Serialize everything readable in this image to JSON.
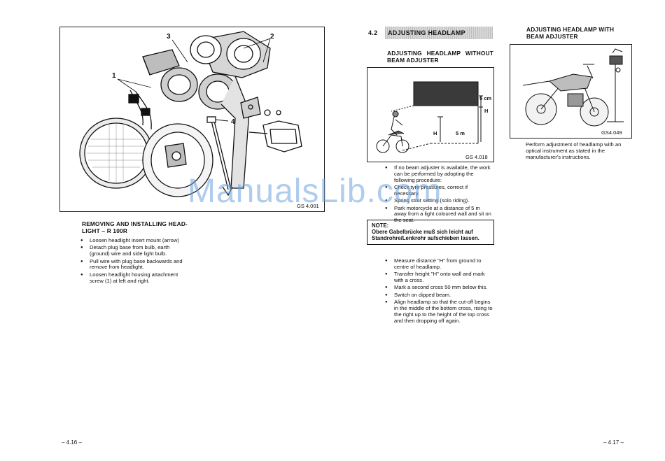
{
  "left_page": {
    "figure": {
      "callouts": [
        "1",
        "2",
        "3",
        "4"
      ],
      "code": "GS 4.001"
    },
    "title": "REMOVING AND INSTALLING HEAD-LIGHT – R 100R",
    "bullets": [
      "Loosen headlight insert mount (arrow)",
      "Detach plug base from bulb, earth (ground) wire and side light bulb.",
      "Pull wire with plug base backwards and remove from headlight.",
      "Loosen headlight housing attachment screw (1) at left and right."
    ],
    "page_number": "– 4.16 –"
  },
  "right_page": {
    "section_number": "4.2",
    "section_title": "ADJUSTING HEADLAMP",
    "col1_title": "ADJUSTING HEADLAMP WITHOUT BEAM ADJUSTER",
    "figure1": {
      "label_5cm": "5 cm",
      "label_H_right": "H",
      "label_H": "H",
      "label_5m": "5 m",
      "code": "GS 4.018"
    },
    "bullets_a": [
      "If no beam adjuster is available, the work can be performed by adopting the following procedure:",
      "Check tyre pressures, correct if necessary.",
      "Spring strut setting (solo riding).",
      "Park motorcycle at a distance of 5 m away from a light coloured wall and sit on the seat."
    ],
    "note": {
      "title": "NOTE:",
      "text": "Obere Gabelbrücke muß sich leicht auf Standrohre/Lenkrohr aufschieben lassen."
    },
    "bullets_b": [
      "Measure distance \"H\" from ground to centre of headlamp.",
      "Transfer height \"H\" onto wall and mark with a cross.",
      "Mark a second cross 50 mm below this.",
      "Switch on dipped beam.",
      "Align headlamp so that the cut-off begins in the middle of the bottom cross, rising to the right up to the height of the top cross and then dropping off again."
    ],
    "col2_title": "ADJUSTING HEADLAMP WITH BEAM ADJUSTER",
    "figure2": {
      "code": "GS4.049"
    },
    "col2_text": "Perform adjustment of headlamp with an optical instrument as stated in the manufacturer's instructions.",
    "page_number": "– 4.17 –"
  },
  "watermark": "ManualsLib.com"
}
